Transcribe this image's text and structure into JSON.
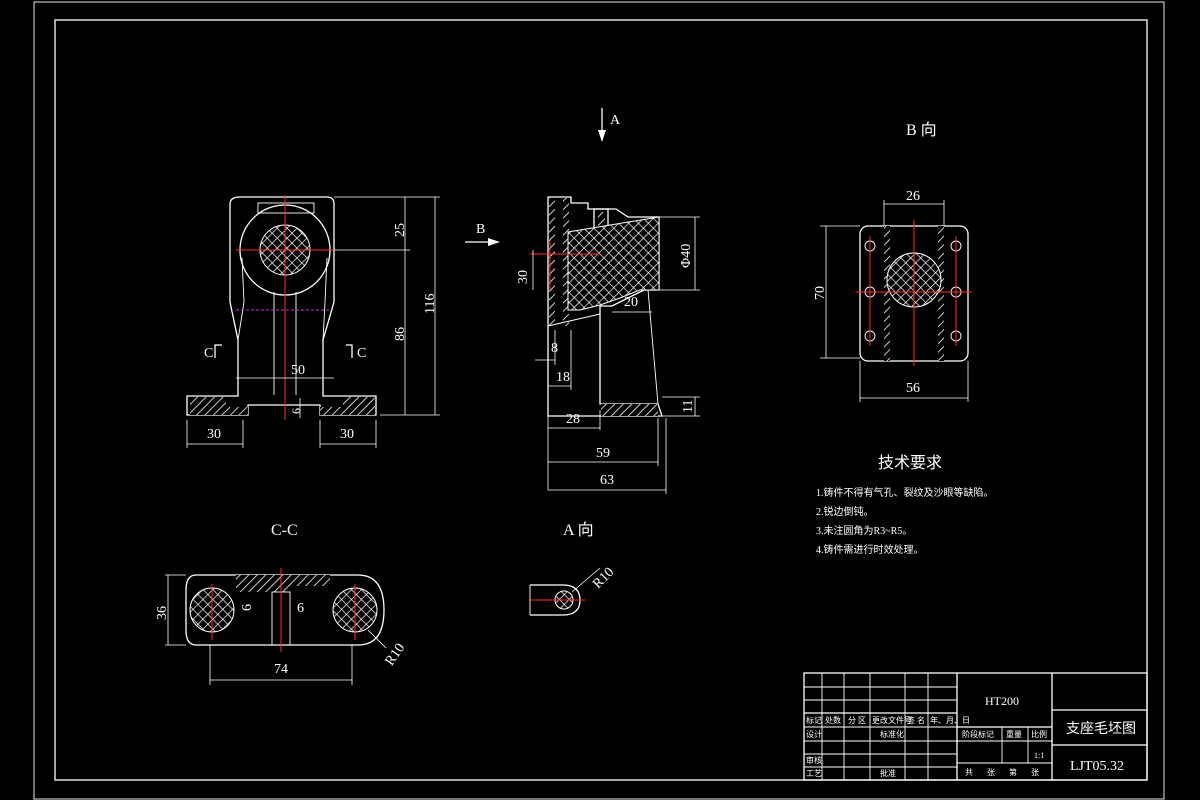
{
  "views": {
    "arrow_a": "A",
    "arrow_b": "B",
    "b_view": "B 向",
    "a_view": "A 向",
    "cc_view": "C-C",
    "section_c_left": "C",
    "section_c_right": "C"
  },
  "dims": {
    "front_25": "25",
    "front_86": "86",
    "front_116": "116",
    "front_50": "50",
    "front_6": "6",
    "front_30_left": "30",
    "front_30_right": "30",
    "side_30": "30",
    "side_phi40": "Φ40",
    "side_20": "20",
    "side_8": "8",
    "side_18": "18",
    "side_28": "28",
    "side_11": "11",
    "side_59": "59",
    "side_63": "63",
    "b_26": "26",
    "b_70": "70",
    "b_56": "56",
    "cc_36": "36",
    "cc_6a": "6",
    "cc_6b": "6",
    "cc_74": "74",
    "cc_r10": "R10",
    "a_r10": "R10"
  },
  "tech": {
    "title": "技术要求",
    "items": [
      "1.铸件不得有气孔、裂纹及沙眼等缺陷。",
      "2.锐边倒钝。",
      "3.未注圆角为R3~R5。",
      "4.铸件需进行时效处理。"
    ]
  },
  "titleblock": {
    "material": "HT200",
    "part_name": "支座毛坯图",
    "drawing_no": "LJT05.32",
    "scale": "1:1",
    "h_mark": "标记",
    "h_count": "处数",
    "h_zone": "分 区",
    "h_docno": "更改文件号",
    "h_sign": "签 名",
    "h_date": "年、月、日",
    "r_design": "设计",
    "r_std": "标准化",
    "r_check": "审核",
    "r_process": "工艺",
    "r_approve": "批准",
    "stage_mark": "阶段标记",
    "weight": "重量",
    "ratio": "比例",
    "sheets_total": "共",
    "sheets_label": "张",
    "sheet_no": "第",
    "sheet_label": "张"
  }
}
